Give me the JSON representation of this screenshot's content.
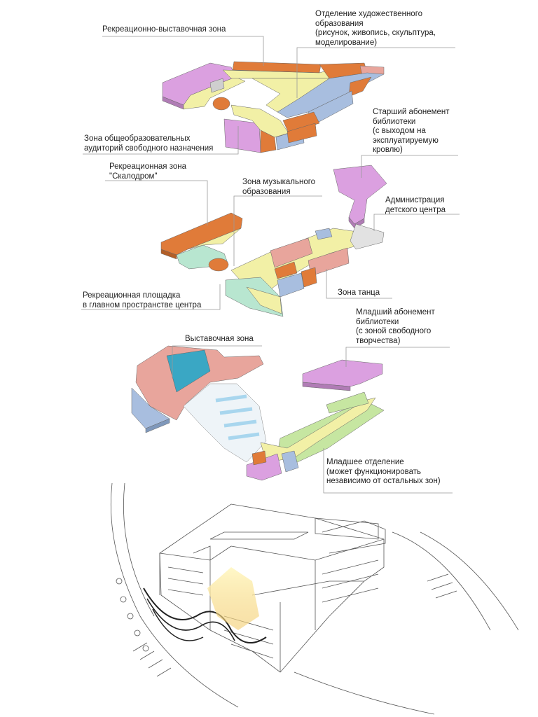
{
  "labels": {
    "rec_exhibit": "Рекреационно-выставочная зона",
    "art": [
      "Отделение художественного",
      "образования",
      "(рисунок, живопись, скульптура,",
      "моделирование)"
    ],
    "general": [
      "Зона общеобразовательных",
      "аудиторий свободного назначения"
    ],
    "senior_lib": [
      "Старший абонемент",
      "библиотеки",
      "(с выходом на",
      "эксплуатируемую",
      "кровлю)"
    ],
    "climbing": [
      "Рекреационная зона",
      "\"Скалодром\""
    ],
    "music": [
      "Зона музыкального",
      "образования"
    ],
    "admin": [
      "Администрация",
      "детского центра"
    ],
    "main_space": [
      "Рекреационная площадка",
      "в главном пространстве центра"
    ],
    "dance": "Зона танца",
    "junior_lib": [
      "Младший абонемент",
      "библиотеки",
      "(с зоной свободного",
      "творчества)"
    ],
    "exhibit": "Выставочная зона",
    "junior_dept": [
      "Младшее отделение",
      "(может функционировать",
      "независимо от остальных зон)"
    ]
  },
  "colors": {
    "orange": "#e07b39",
    "pink": "#dba0e0",
    "yellow": "#f2f0a6",
    "blue": "#a8bedf",
    "mint": "#b8e6d0",
    "salmon": "#e8a59c",
    "teal": "#3aa7c4",
    "green": "#c6e6a1",
    "grey": "#d0d0d0",
    "line": "#999999"
  }
}
